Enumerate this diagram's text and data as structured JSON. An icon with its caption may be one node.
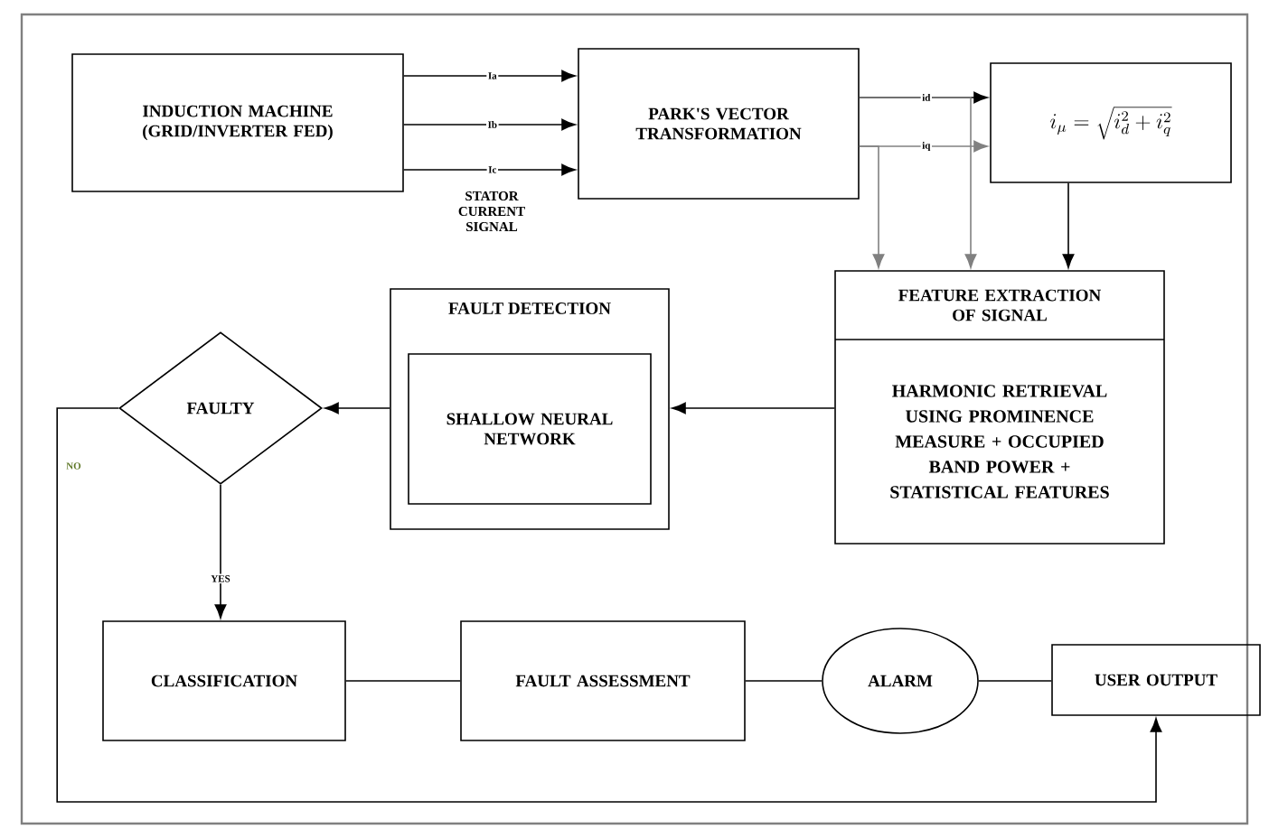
{
  "diagram": {
    "nodes": [
      {
        "text": [
          "INDUCTION MACHINE (GRID/INVERTER FED)"
        ]
      },
      {
        "text": [
          "PARK'S VECTOR TRANSFORMATION"
        ]
      },
      {
        "text": [
          "i_\\mu = \\sqrt{i_d^2 + i_q^2}"
        ]
      },
      {
        "text": [
          "FEATURE EXTRACTION OF SIGNAL",
          "HARMONIC RETRIEVAL USING PROMINENCE MEASURE + OCCUPIED BAND POWER + STATISTICAL FEATURES"
        ]
      },
      {
        "text": [
          "FAULT DETECTION"
        ]
      },
      {
        "text": [
          "SHALLOW NEURAL NETWORK"
        ],
        "in": 4
      },
      {
        "text": [
          "FAULTY"
        ]
      },
      {
        "text": [
          "CLASSIFICATION"
        ]
      },
      {
        "text": [
          "FAULT ASSESSMENT"
        ]
      },
      {
        "text": [
          "ALARM"
        ]
      },
      {
        "text": [
          "USER OUTPUT"
        ]
      }
    ],
    "edges": [
      {
        "from": 0,
        "to": 1,
        "arrow": "to",
        "label": "Ia"
      },
      {
        "from": 0,
        "to": 1,
        "arrow": "to",
        "label": "Ib"
      },
      {
        "from": 0,
        "to": 1,
        "arrow": "to",
        "label": "Ic"
      },
      {
        "from": 1,
        "to": 2,
        "arrow": "to",
        "label": "id"
      },
      {
        "from": 1,
        "to": 2,
        "arrow": "to",
        "label": "iq",
        "color": "#808080"
      },
      {
        "from": 1,
        "to": 3,
        "arrow": "to",
        "color": "#808080"
      },
      {
        "from": 1,
        "to": 3,
        "arrow": "to",
        "color": "#808080"
      },
      {
        "from": 2,
        "to": 3,
        "arrow": "to"
      },
      {
        "from": 3,
        "to": 4,
        "arrow": "to"
      },
      {
        "from": 4,
        "to": 6,
        "arrow": "to"
      },
      {
        "from": 6,
        "to": 7,
        "arrow": "to",
        "label": "YES"
      },
      {
        "from": 6,
        "to": 10,
        "arrow": "to",
        "label": "NO"
      },
      {
        "from": 7,
        "to": 8,
        "arrow": "none"
      },
      {
        "from": 8,
        "to": 9,
        "arrow": "none"
      },
      {
        "from": 9,
        "to": 10,
        "arrow": "none"
      }
    ],
    "labels": [
      "STATOR CURRENT SIGNAL"
    ]
  }
}
